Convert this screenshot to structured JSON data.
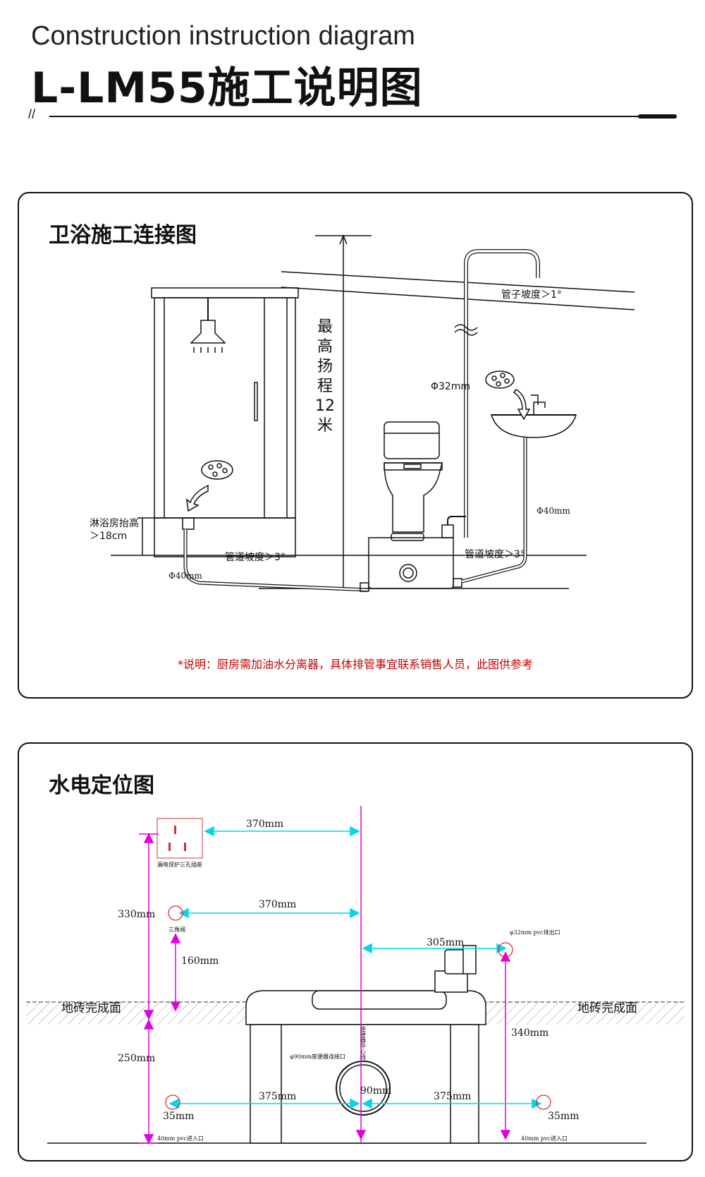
{
  "header": {
    "title_en": "Construction instruction diagram",
    "title_cn": "L-LM55施工说明图",
    "slashes": "//"
  },
  "panel1": {
    "title": "卫浴施工连接图",
    "max_lift_chars": [
      "最",
      "高",
      "扬",
      "程",
      "12",
      "米"
    ],
    "pipe_slope_top": "管子坡度＞1°",
    "pipe_32": "Φ32mm",
    "pipe_40_right": "Φ40mm",
    "pipe_40_left": "Φ40mm",
    "shower_raise_1": "淋浴房抬高",
    "shower_raise_2": "＞18cm",
    "slope_left": "管道坡度＞3°",
    "slope_right": "管道坡度＞3°",
    "note": "*说明：厨房需加油水分离器，具体排管事宜联系销售人员，此图供参考"
  },
  "panel2": {
    "title": "水电定位图",
    "dim_370_top": "370mm",
    "dim_370_mid": "370mm",
    "dim_305": "305mm",
    "dim_330": "330mm",
    "dim_160": "160mm",
    "dim_340": "340mm",
    "dim_250": "250mm",
    "dim_375_left": "375mm",
    "dim_375_right": "375mm",
    "dim_90": "90mm",
    "dim_35_left": "35mm",
    "dim_35_right": "35mm",
    "socket_label": "漏电保护三孔插座",
    "valve_label": "三角阀",
    "outlet_label": "φ32mm pvc排出口",
    "inlet_left_label": "40mm pvc进入口",
    "inlet_right_label": "40mm pvc进入口",
    "floor_left": "地砖完成面",
    "floor_right": "地砖完成面",
    "center_line": "座便器中心线",
    "toilet_conn": "φ90mm座便器连接口"
  },
  "colors": {
    "magenta": "#e000e0",
    "cyan": "#00d8e8",
    "red_note": "#c00000"
  }
}
